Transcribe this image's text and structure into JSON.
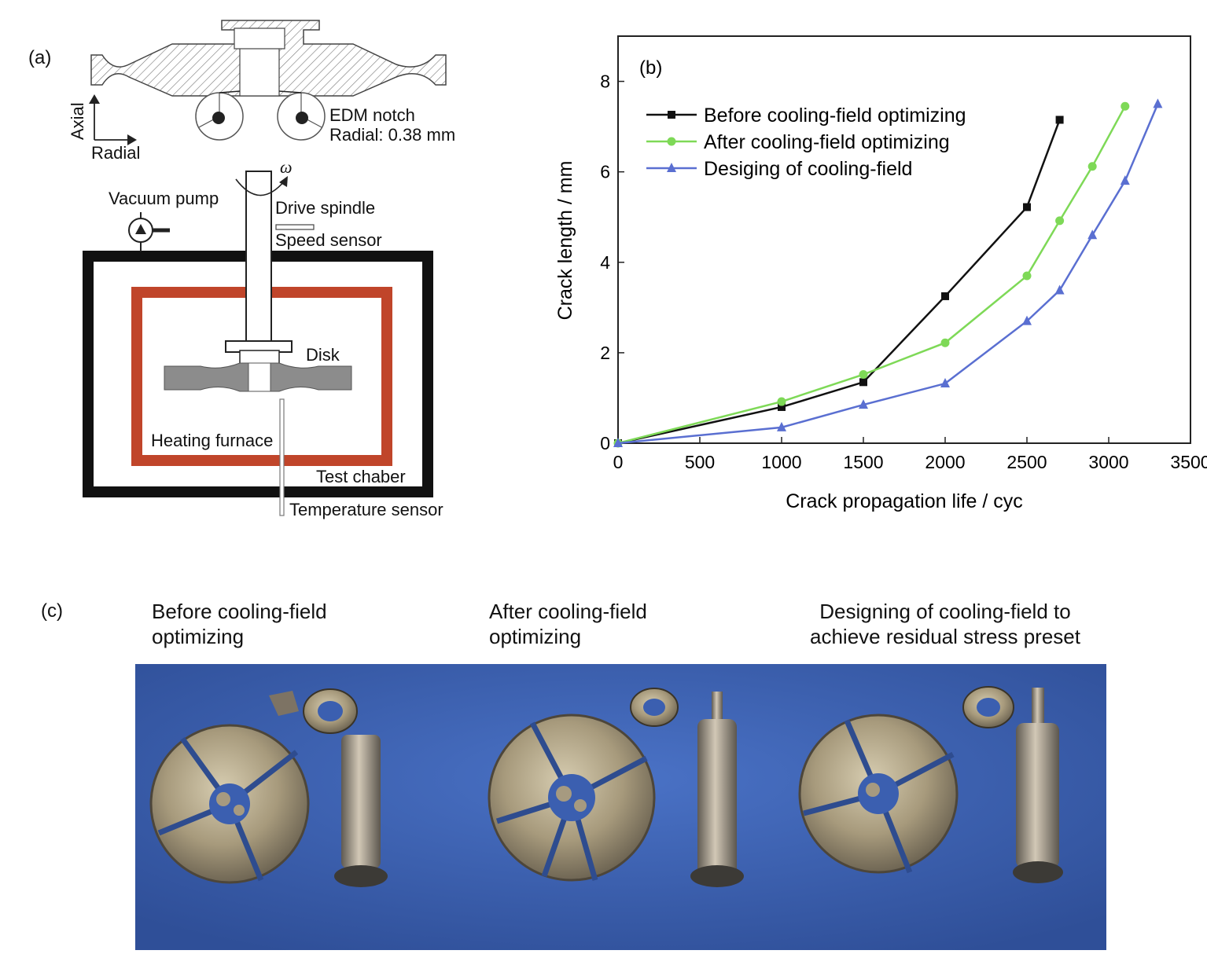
{
  "panel_a": {
    "label": "(a)",
    "axes": {
      "axial": "Axial",
      "radial": "Radial"
    },
    "notch": {
      "line1": "EDM notch",
      "line2": "Radial: 0.38 mm"
    },
    "omega": "ω",
    "components": {
      "vacuum_pump": "Vacuum pump",
      "drive_spindle": "Drive spindle",
      "speed_sensor": "Speed sensor",
      "disk": "Disk",
      "heating_furnace": "Heating furnace",
      "test_chamber": "Test chaber",
      "temperature_sensor": "Temperature sensor"
    },
    "colors": {
      "furnace": "#c0452a",
      "chamber": "#111111",
      "disk": "#8c8c8c"
    }
  },
  "chart_data": {
    "panel_label": "(b)",
    "type": "line",
    "xlabel": "Crack propagation life / cyc",
    "ylabel": "Crack length / mm",
    "xlim": [
      0,
      3500
    ],
    "ylim": [
      0,
      9
    ],
    "xticks": [
      0,
      500,
      1000,
      1500,
      2000,
      2500,
      3000,
      3500
    ],
    "yticks": [
      0,
      2,
      4,
      6,
      8
    ],
    "grid": false,
    "legend_position": "top-left",
    "series": [
      {
        "name": "Before cooling-field optimizing",
        "marker": "square",
        "color": "#111111",
        "x": [
          0,
          1000,
          1500,
          2000,
          2500,
          2700
        ],
        "y": [
          0,
          0.8,
          1.35,
          3.25,
          5.22,
          7.15
        ]
      },
      {
        "name": "After cooling-field optimizing",
        "marker": "circle",
        "color": "#7ed957",
        "x": [
          0,
          1000,
          1500,
          2000,
          2500,
          2700,
          2900,
          3100
        ],
        "y": [
          0,
          0.92,
          1.52,
          2.22,
          3.7,
          4.92,
          6.12,
          7.45
        ]
      },
      {
        "name": "Desiging of cooling-field",
        "marker": "triangle",
        "color": "#5a6fd1",
        "x": [
          0,
          1000,
          1500,
          2000,
          2500,
          2700,
          2900,
          3100,
          3300
        ],
        "y": [
          0,
          0.35,
          0.85,
          1.32,
          2.7,
          3.38,
          4.6,
          5.8,
          7.5
        ]
      }
    ]
  },
  "panel_c": {
    "label": "(c)",
    "captions": [
      {
        "line1": "Before cooling-field",
        "line2": "optimizing"
      },
      {
        "line1": "After cooling-field",
        "line2": "optimizing"
      },
      {
        "line1": "Designing of cooling-field to",
        "line2": "achieve residual stress preset"
      }
    ],
    "colors": {
      "background": "#3b5fb0",
      "metal": "#b9ab8c"
    }
  }
}
